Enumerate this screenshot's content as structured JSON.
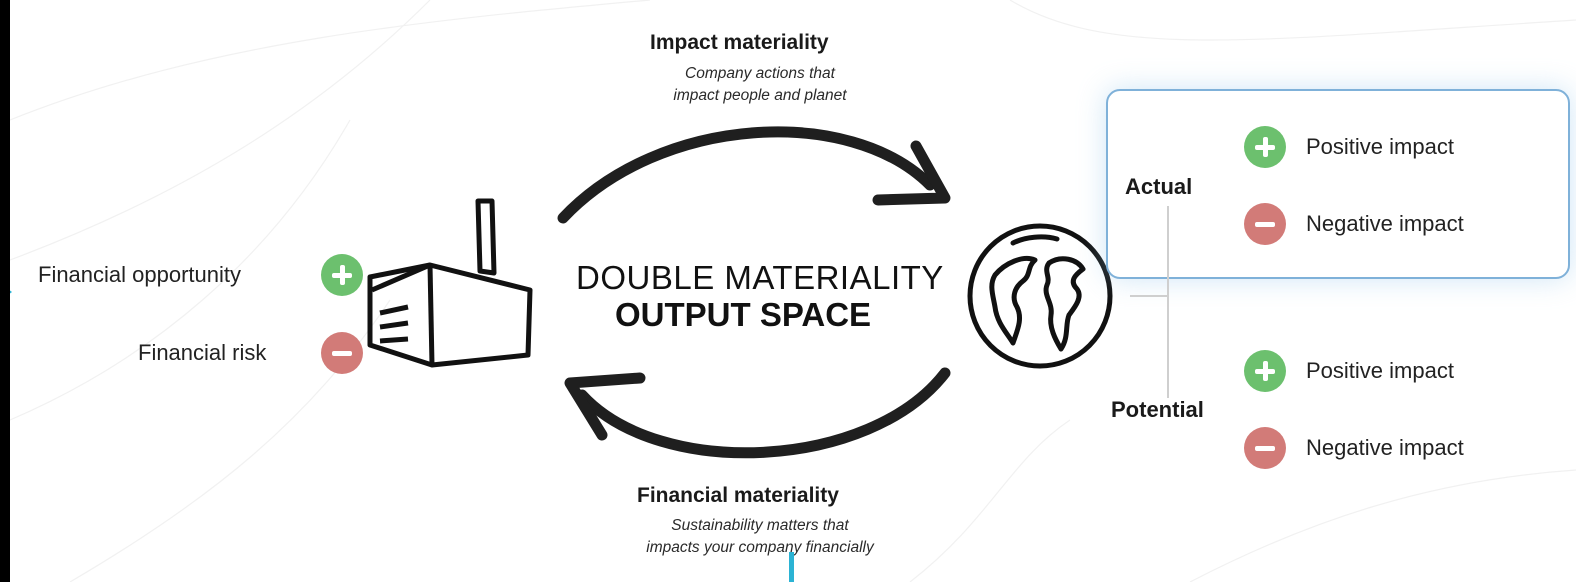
{
  "impact": {
    "title": "Impact materiality",
    "line1": "Company actions that",
    "line2": "impact people and planet"
  },
  "financial": {
    "title": "Financial materiality",
    "line1": "Sustainability matters that",
    "line2": "impacts your company financially"
  },
  "center": {
    "line1": "DOUBLE MATERIALITY",
    "line2": "OUTPUT SPACE"
  },
  "left": {
    "opportunity": "Financial opportunity",
    "risk": "Financial risk"
  },
  "right": {
    "actual": {
      "label": "Actual",
      "positive": "Positive impact",
      "negative": "Negative impact"
    },
    "potential": {
      "label": "Potential",
      "positive": "Positive impact",
      "negative": "Negative impact"
    }
  },
  "colors": {
    "positive": "#6cc06e",
    "negative": "#d27b78",
    "box_border": "#7fb1d9",
    "accent": "#2bb3d4"
  },
  "icons": [
    "factory-icon",
    "globe-icon",
    "plus-icon",
    "minus-icon",
    "arrow-icon"
  ]
}
